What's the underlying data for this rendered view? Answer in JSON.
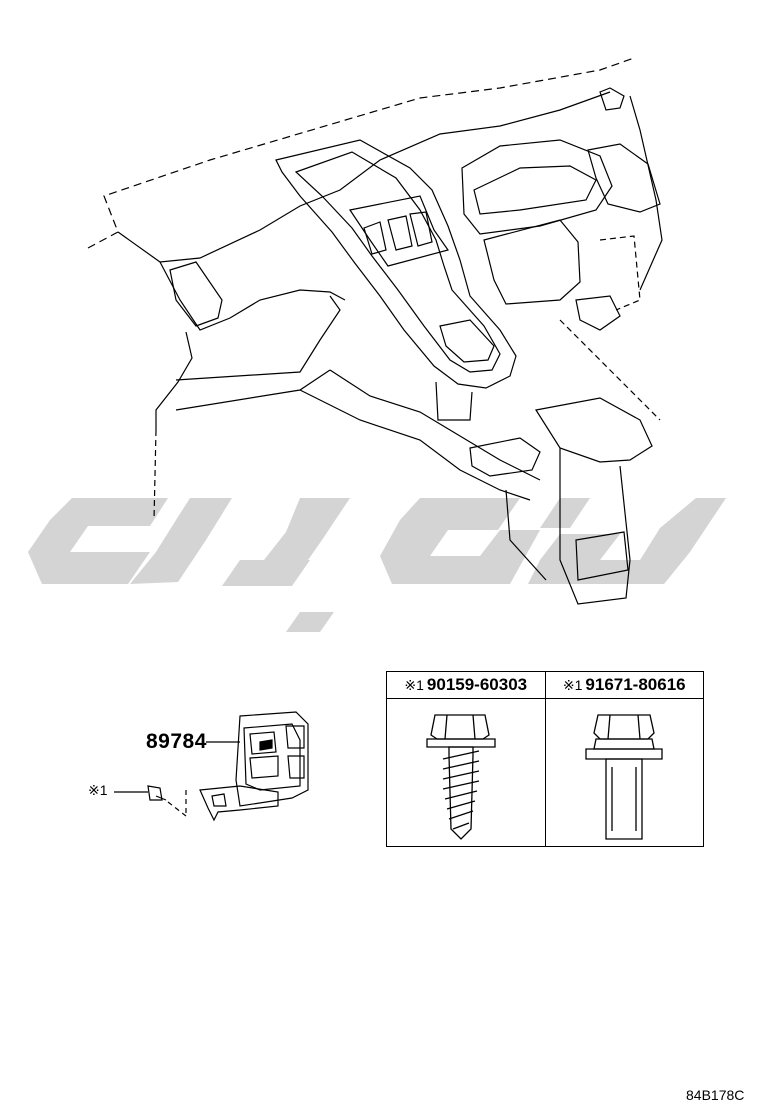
{
  "part": {
    "number": "89784"
  },
  "reference_mark": "※1",
  "fastener_table": {
    "columns": [
      {
        "mark": "※1",
        "part_number": "90159-60303",
        "icon": "tapping-screw-icon"
      },
      {
        "mark": "※1",
        "part_number": "91671-80616",
        "icon": "hex-flange-bolt-icon"
      }
    ]
  },
  "diagram_id": "84B178C",
  "colors": {
    "line": "#000000",
    "watermark": "#d4d4d4",
    "background": "#ffffff"
  }
}
